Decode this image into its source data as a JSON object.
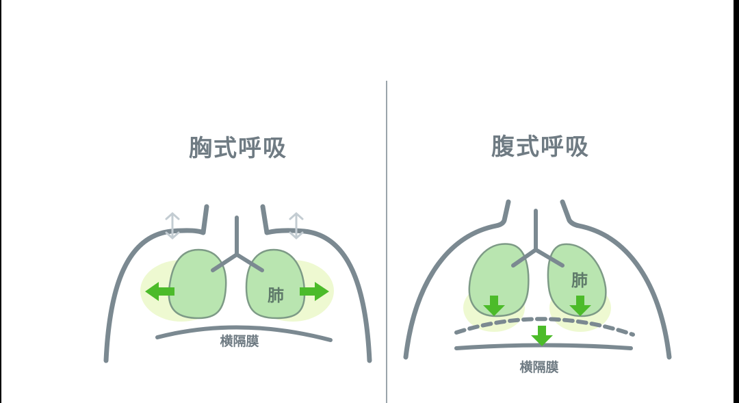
{
  "left": {
    "title": "胸式呼吸",
    "lung_label": "肺",
    "diaphragm_label": "横隔膜"
  },
  "right": {
    "title": "腹式呼吸",
    "lung_label": "肺",
    "diaphragm_label": "横隔膜"
  },
  "colors": {
    "outline": "#7b8991",
    "lung": "#b9e5b0",
    "arrow": "#4cbb2a",
    "text": "#6f7b83"
  }
}
